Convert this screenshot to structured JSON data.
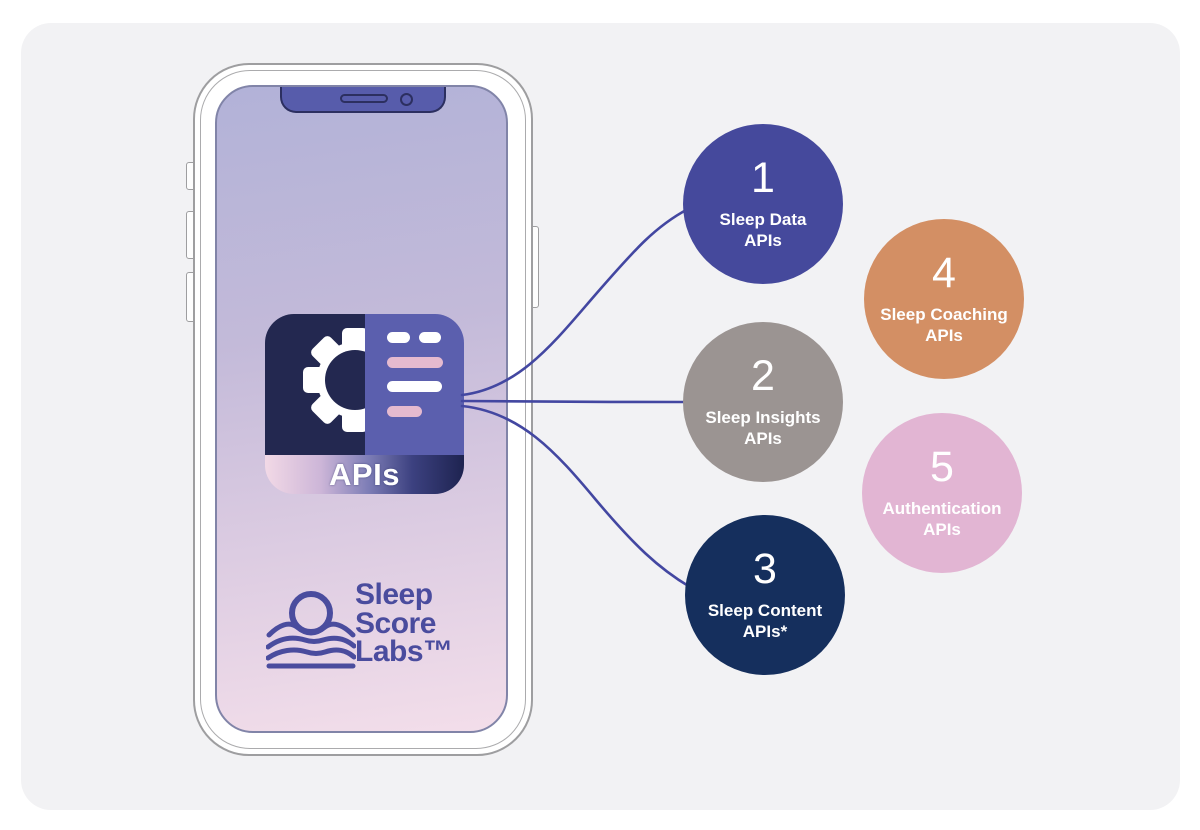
{
  "canvas": {
    "page_bg": "#ffffff",
    "card_bg": "#f2f2f4"
  },
  "phone": {
    "frame_color": "#9e9ea0",
    "notch_color": "#575cab",
    "screen_gradient_top": "#b2b2d8",
    "screen_gradient_bottom": "#f3deea"
  },
  "app_icon": {
    "label": "APIs",
    "left_panel_color": "#232850",
    "right_panel_color": "#5b5fae",
    "pill_white": "#ffffff",
    "pill_pink": "#e5bacf",
    "gear_fill": "#ffffff",
    "gear_hole": "#232850"
  },
  "logo": {
    "line1": "Sleep",
    "line2": "Score",
    "line3": "Labs™",
    "color": "#4a4c9e"
  },
  "connectors": {
    "color": "#4347a1"
  },
  "bubbles": [
    {
      "number": "1",
      "label": "Sleep Data\nAPIs",
      "color": "#45499c"
    },
    {
      "number": "2",
      "label": "Sleep Insights\nAPIs",
      "color": "#9b9492"
    },
    {
      "number": "3",
      "label": "Sleep Content\nAPIs*",
      "color": "#152f5d"
    },
    {
      "number": "4",
      "label": "Sleep Coaching\nAPIs",
      "color": "#d38f64"
    },
    {
      "number": "5",
      "label": "Authentication\nAPIs",
      "color": "#e2b5d3"
    }
  ]
}
